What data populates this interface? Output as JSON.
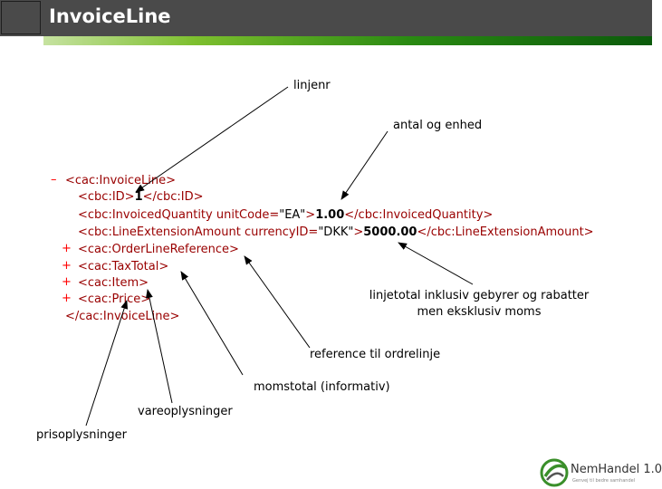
{
  "slide": {
    "title": "InvoiceLine",
    "logo": {
      "icon_name": "nemhandel-globe-icon",
      "text": "NemHandel 1.0",
      "subtext": "Genvej til bedre samhandel",
      "colors": {
        "green": "#3a8f2a",
        "gray": "#555555"
      }
    },
    "colors": {
      "titlebar": "#4a4a4a",
      "tag": "#990000",
      "marker": "#ff0000",
      "green_bar_end": "#0b5a0b"
    }
  },
  "xml": {
    "collapse_marker": "–",
    "expand_marker": "+",
    "open_tag": "<cac:InvoiceLine>",
    "id_open": "<cbc:ID>",
    "id_value": "1",
    "id_close": "</cbc:ID>",
    "qty_open_start": "<cbc:InvoicedQuantity unitCode=",
    "qty_unit": "\"EA\"",
    "qty_gt": ">",
    "qty_value": "1.00",
    "qty_close": "</cbc:InvoicedQuantity>",
    "amt_open_start": "<cbc:LineExtensionAmount currencyID=",
    "amt_currency": "\"DKK\"",
    "amt_gt": ">",
    "amt_value": "5000.00",
    "amt_close": "</cbc:LineExtensionAmount>",
    "order_ref": "<cac:OrderLineReference>",
    "tax_total": "<cac:TaxTotal>",
    "item": "<cac:Item>",
    "price": "<cac:Price>",
    "close_tag": "</cac:InvoiceLine>"
  },
  "annotations": {
    "linjenr": "linjenr",
    "antal": "antal og enhed",
    "linjetotal_1": "linjetotal inklusiv gebyrer og rabatter",
    "linjetotal_2": "men eksklusiv moms",
    "reference": "reference til ordrelinje",
    "momstotal": "momstotal (informativ)",
    "vareoplysninger": "vareoplysninger",
    "prisoplysninger": "prisoplysninger"
  }
}
